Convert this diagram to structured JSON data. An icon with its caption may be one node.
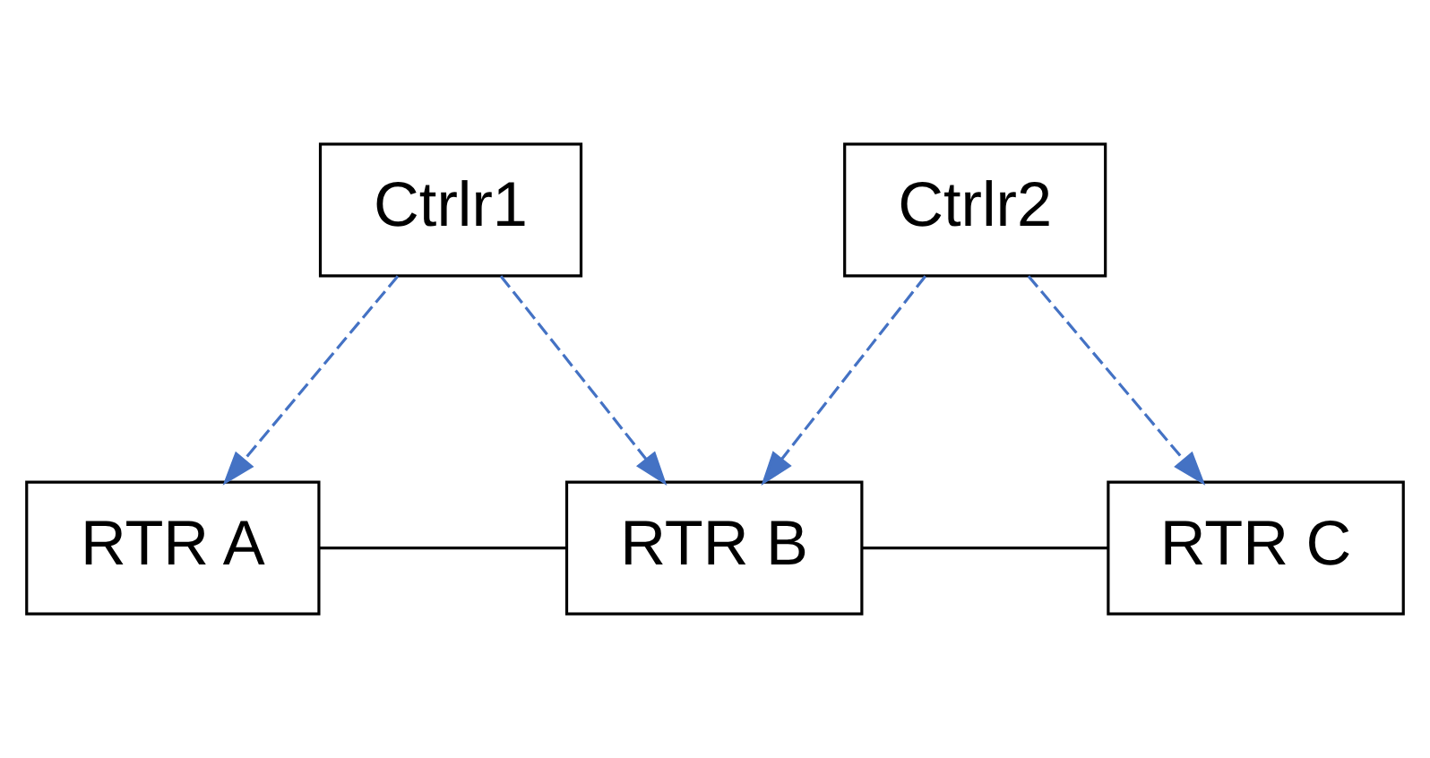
{
  "diagram": {
    "nodes": [
      {
        "text": [
          "Ctrlr1"
        ]
      },
      {
        "text": [
          "Ctrlr2"
        ]
      },
      {
        "text": [
          "RTR A"
        ]
      },
      {
        "text": [
          "RTR B"
        ]
      },
      {
        "text": [
          "RTR C"
        ]
      }
    ],
    "edges": [
      {
        "from": 0,
        "to": 2,
        "arrow": "to",
        "style": "dashed",
        "color": "#4472c4"
      },
      {
        "from": 0,
        "to": 3,
        "arrow": "to",
        "style": "dashed",
        "color": "#4472c4"
      },
      {
        "from": 1,
        "to": 3,
        "arrow": "to",
        "style": "dashed",
        "color": "#4472c4"
      },
      {
        "from": 1,
        "to": 4,
        "arrow": "to",
        "style": "dashed",
        "color": "#4472c4"
      },
      {
        "from": 2,
        "to": 3,
        "arrow": "none",
        "color": "#000000"
      },
      {
        "from": 3,
        "to": 4,
        "arrow": "none",
        "color": "#000000"
      }
    ]
  }
}
